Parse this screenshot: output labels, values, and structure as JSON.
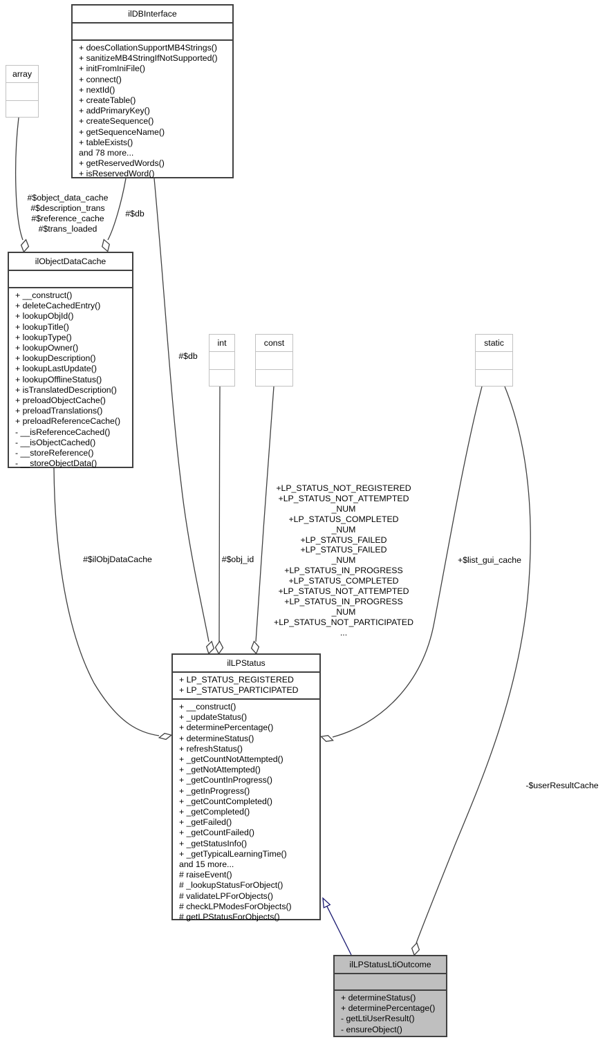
{
  "diagram_type": "uml-collaboration-diagram",
  "colors": {
    "background": "#ffffff",
    "class_border": "#404040",
    "type_box_border": "#c1c1c1",
    "highlight_fill": "#bfbfbf",
    "edge": "#404040",
    "inheritance_edge": "#191970",
    "text": "#000000"
  },
  "classes": {
    "db": {
      "title": "ilDBInterface",
      "attributes": [],
      "methods": [
        "+ doesCollationSupportMB4Strings()",
        "+ sanitizeMB4StringIfNotSupported()",
        "+ initFromIniFile()",
        "+ connect()",
        "+ nextId()",
        "+ createTable()",
        "+ addPrimaryKey()",
        "+ createSequence()",
        "+ getSequenceName()",
        "+ tableExists()",
        "and 78 more...",
        "+ getReservedWords()",
        "+ isReservedWord()"
      ]
    },
    "objcache": {
      "title": "ilObjectDataCache",
      "attributes": [],
      "methods": [
        "+ __construct()",
        "+ deleteCachedEntry()",
        "+ lookupObjId()",
        "+ lookupTitle()",
        "+ lookupType()",
        "+ lookupOwner()",
        "+ lookupDescription()",
        "+ lookupLastUpdate()",
        "+ lookupOfflineStatus()",
        "+ isTranslatedDescription()",
        "+ preloadObjectCache()",
        "+ preloadTranslations()",
        "+ preloadReferenceCache()",
        "- __isReferenceCached()",
        "- __isObjectCached()",
        "- __storeReference()",
        "- __storeObjectData()"
      ]
    },
    "lpstatus": {
      "title": "ilLPStatus",
      "attributes": [
        "+ LP_STATUS_REGISTERED",
        "+ LP_STATUS_PARTICIPATED"
      ],
      "methods": [
        "+ __construct()",
        "+ _updateStatus()",
        "+ determinePercentage()",
        "+ determineStatus()",
        "+ refreshStatus()",
        "+ _getCountNotAttempted()",
        "+ _getNotAttempted()",
        "+ _getCountInProgress()",
        "+ _getInProgress()",
        "+ _getCountCompleted()",
        "+ _getCompleted()",
        "+ _getFailed()",
        "+ _getCountFailed()",
        "+ _getStatusInfo()",
        "+ _getTypicalLearningTime()",
        "and 15 more...",
        "# raiseEvent()",
        "# _lookupStatusForObject()",
        "# validateLPForObjects()",
        "# checkLPModesForObjects()",
        "# getLPStatusForObjects()"
      ]
    },
    "lti": {
      "title": "ilLPStatusLtiOutcome",
      "attributes": [],
      "methods": [
        "+ determineStatus()",
        "+ determinePercentage()",
        "- getLtiUserResult()",
        "- ensureObject()"
      ]
    },
    "array": {
      "title": "array"
    },
    "int": {
      "title": "int"
    },
    "const": {
      "title": "const"
    },
    "static": {
      "title": "static"
    }
  },
  "edge_labels": {
    "cache_fields": [
      "#$object_data_cache",
      "#$description_trans",
      "#$reference_cache",
      "#$trans_loaded"
    ],
    "db_to_objcache": "#$db",
    "db_to_lpstatus": "#$db",
    "objcache_ref": "#$ilObjDataCache",
    "obj_id": "#$obj_id",
    "lp_constants": [
      "+LP_STATUS_NOT_REGISTERED",
      "+LP_STATUS_NOT_ATTEMPTED",
      "_NUM",
      "+LP_STATUS_COMPLETED",
      "_NUM",
      "+LP_STATUS_FAILED",
      "+LP_STATUS_FAILED",
      "_NUM",
      "+LP_STATUS_IN_PROGRESS",
      "+LP_STATUS_COMPLETED",
      "+LP_STATUS_NOT_ATTEMPTED",
      "+LP_STATUS_IN_PROGRESS",
      "_NUM",
      "+LP_STATUS_NOT_PARTICIPATED",
      "..."
    ],
    "list_gui_cache": "+$list_gui_cache",
    "user_result_cache": "-$userResultCache"
  }
}
